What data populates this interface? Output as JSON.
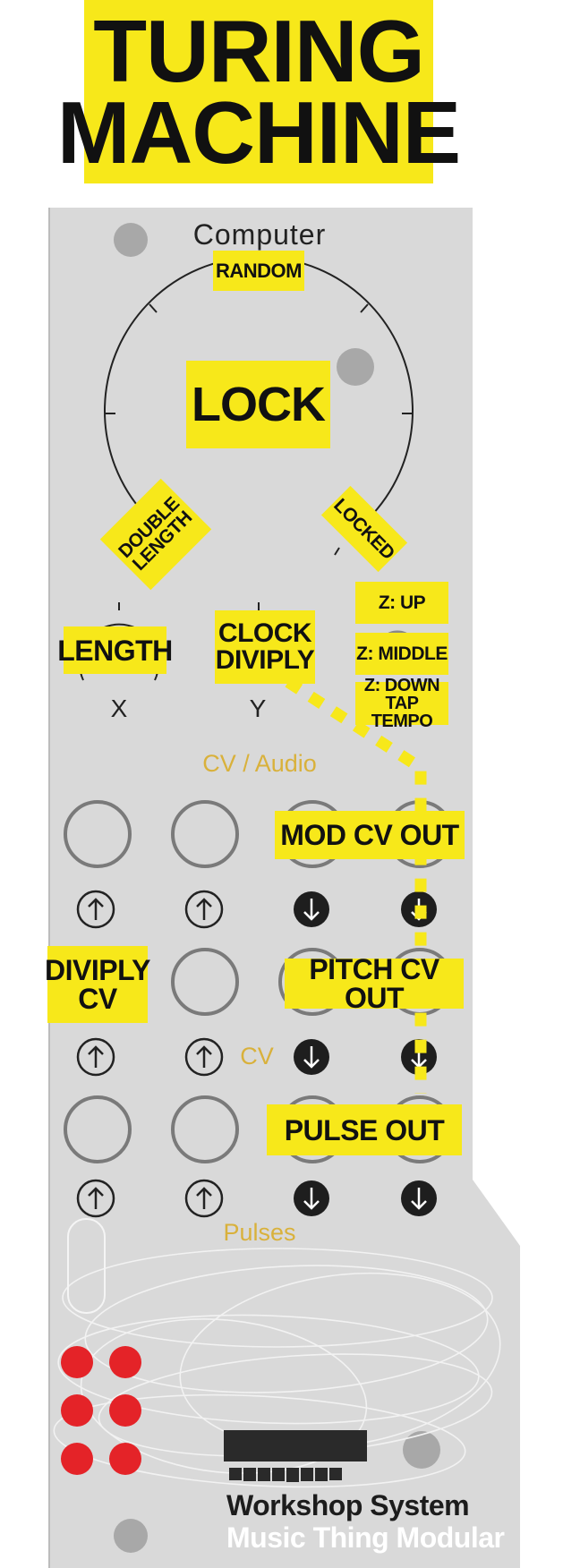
{
  "title": "TURING\nMACHINE",
  "computer_label": "Computer",
  "knob_labels": {
    "random": "RANDOM",
    "lock": "LOCK",
    "double_length": "DOUBLE\nLENGTH",
    "locked": "LOCKED"
  },
  "control_labels": {
    "length": "LENGTH",
    "clock_diviply": "CLOCK\nDIVIPLY",
    "z_up": "Z: UP",
    "z_middle": "Z: MIDDLE",
    "z_down": "Z: DOWN\nTAP TEMPO",
    "x": "X",
    "y": "Y"
  },
  "section_labels": {
    "cv_audio": "CV / Audio",
    "cv": "CV",
    "pulses": "Pulses"
  },
  "output_labels": {
    "mod_cv_out": "MOD CV OUT",
    "pitch_cv_out": "PITCH CV OUT",
    "pulse_out": "PULSE OUT",
    "diviply_cv": "DIVIPLY\nCV"
  },
  "brand": {
    "line1": "Workshop System",
    "line2": "Music Thing Modular"
  },
  "colors": {
    "label_yellow": "#f7e81a",
    "panel_gray": "#d9d9d9",
    "section_gold": "#d9b13b",
    "led_red": "#e42328"
  }
}
